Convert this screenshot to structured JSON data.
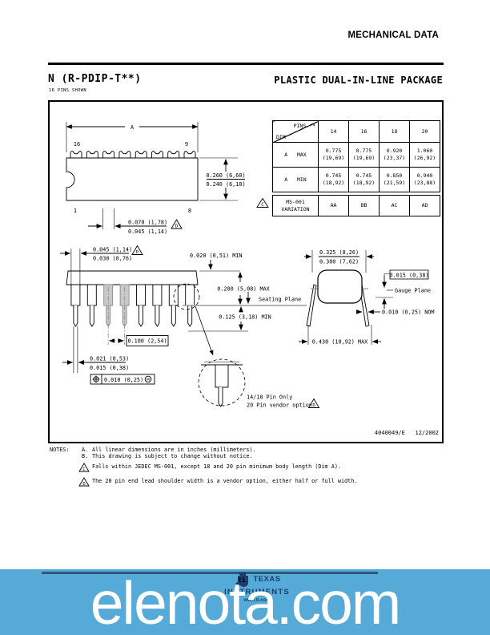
{
  "page": {
    "doc_type": "MECHANICAL DATA",
    "title_left": "N (R-PDIP-T**)",
    "title_right": "PLASTIC DUAL-IN-LINE PACKAGE",
    "subtitle": "16 PINS SHOWN",
    "doc_number": "4040049/E   12/2002"
  },
  "dim_table": {
    "corner": {
      "top": "PINS **",
      "bottom": "DIM"
    },
    "columns": [
      "14",
      "16",
      "18",
      "20"
    ],
    "rows": [
      {
        "label": "A   MAX",
        "values": [
          "0.775\n(19,69)",
          "0.775\n(19,69)",
          "0.920\n(23,37)",
          "1.060\n(26,92)"
        ]
      },
      {
        "label": "A   MIN",
        "values": [
          "0.745\n(18,92)",
          "0.745\n(18,92)",
          "0.850\n(21,59)",
          "0.940\n(23,88)"
        ]
      }
    ],
    "variation": {
      "label": "MS-001\nVARIATION",
      "values": [
        "AA",
        "BB",
        "AC",
        "AD"
      ],
      "note_ref": "C"
    }
  },
  "top_view": {
    "dim_a": "A",
    "pin_top_left": "16",
    "pin_top_right": "9",
    "pin_bottom_left": "1",
    "pin_bottom_right": "8",
    "body_width": {
      "max": "0.260 (6,60)",
      "min": "0.240 (6,10)"
    },
    "lead_shoulder": {
      "max": "0.070 (1,78)",
      "min": "0.045 (1,14)",
      "note_ref": "D"
    }
  },
  "side_view": {
    "shoulder_width": {
      "max": "0.045 (1,14)",
      "min": "0.030 (0,76)",
      "note_ref": "D"
    },
    "standoff": "0.020 (0,51) MIN",
    "body_height": "0.200 (5,08) MAX",
    "seating_plane": "Seating Plane",
    "lead_below": "0.125 (3,18) MIN",
    "pitch": "0.100 (2,54)",
    "lead_thickness": {
      "max": "0.021 (0,53)",
      "min": "0.015 (0,38)"
    },
    "true_position": {
      "symbol": "⊕",
      "value": "0.010 (0,25)",
      "modifier": "Ⓜ"
    },
    "detail": {
      "line1": "14/18 Pin Only",
      "line2": "20 Pin vendor option",
      "note_ref": "D"
    }
  },
  "end_view": {
    "row_span": {
      "max": "0.325 (8,26)",
      "min": "0.300 (7,62)"
    },
    "gauge_offset": "0.015 (0,38)",
    "gauge_plane": "Gauge Plane",
    "lead_nom": "0.010 (0,25) NOM",
    "overall_span": "0.430 (10,92) MAX"
  },
  "notes": {
    "label": "NOTES:",
    "items": [
      {
        "ref": "A.",
        "text": "All linear dimensions are in inches (millimeters)."
      },
      {
        "ref": "B.",
        "text": "This drawing is subject to change without notice."
      },
      {
        "ref": "C",
        "text": "Falls within JEDEC MS-001, except 18 and 20 pin minimum body length (Dim A)."
      },
      {
        "ref": "D",
        "text": "The 20 pin end lead shoulder width is a vendor option, either half or full width."
      }
    ]
  },
  "banner": {
    "watermark": "elenota.com",
    "ti_name_1": "TEXAS",
    "ti_name_2": "INSTRUMENTS",
    "ti_url": "www.ti.com",
    "colors": {
      "background": "#55aad7",
      "rule": "#2a5a78",
      "logo": "#1d3e6d",
      "text": "#ffffff"
    }
  }
}
